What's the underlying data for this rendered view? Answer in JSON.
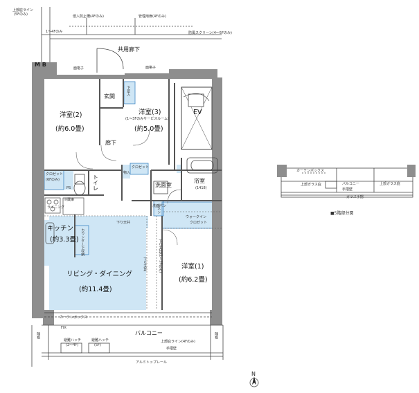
{
  "labels": {
    "top_annot": {
      "uppafloor_line": "上部庇ライン",
      "uppafloor_line_sub": "(5Fのみ)",
      "bouhan": "侵入防止柵(4Fのみ)",
      "kanri": "管理用扉(4Fのみ)",
      "floors14": "1〜4Fのみ",
      "screen": "防風スクリーン(4〜5Fのみ)"
    },
    "corridor": "共用廊下",
    "mb": "M B",
    "bars_left": "面格子",
    "bars_right": "面格子",
    "genkan": "玄関",
    "shoes": "下足入",
    "room3": {
      "name": "洋室(3)",
      "note": "(1〜3Fのみサービスルーム)",
      "size": "(約5.0畳)"
    },
    "room2": {
      "name": "洋室(2)",
      "size": "(約6.0畳)"
    },
    "ev": "EV",
    "hallway": "廊下",
    "storage": "物入",
    "closet_small": "クロゼット",
    "closet_left": "クロゼット",
    "closet_left_sub": "(6Fのみ)",
    "pole": "PS",
    "toilet": "トイレ",
    "fridge": "冷蔵庫",
    "sink_note": "ライニング",
    "kitchen": "キッチン",
    "kitchen_size": "(約3.3畳)",
    "counter": "カウンター下収納",
    "downlight": "下り天井",
    "washroom": "洗面室",
    "bath": "浴室",
    "bath_size": "(1418)",
    "linen": "洗面パン",
    "linen2": "リネン",
    "wic": "ウォークイン",
    "wic2": "クロゼット",
    "room1": {
      "name": "洋室(1)",
      "size": "(約6.2畳)"
    },
    "ldk": {
      "name": "リビング・ダイニング",
      "size": "(約11.4畳)"
    },
    "downceil_left": "下り天井",
    "downceil_right": "下り天井(1〜3Fのみ)",
    "curtain": "カーテンボックス",
    "fix": "FIX",
    "balcony": "バルコニー",
    "partition_left": "隔板",
    "partition_right": "隔板",
    "hatch1": "避難ハッチ",
    "hatch1_sub": "(2〜4F)",
    "hatch2": "避難ハッチ",
    "hatch2_sub": "(5F)",
    "upper_line_bottom": "上部庇ライン(4Fのみ)",
    "railing": "手摺壁",
    "aluminum": "アルミトップレール",
    "north": "N",
    "inset_caption": "■5階部分図",
    "inset_balcony": "バルコニー",
    "inset_curtain": "カーテンボックス",
    "inset_glass1": "上部ガラス庇",
    "inset_glass2": "上部ガラス庇",
    "inset_glass3": "ガラス手摺",
    "inset_railing": "手摺壁"
  },
  "colors": {
    "wall": "#8e8e8e",
    "wall_dark": "#6e6e6e",
    "highlight": "#cfe6f5",
    "highlight_border": "#3f87c4",
    "line": "#444444"
  }
}
